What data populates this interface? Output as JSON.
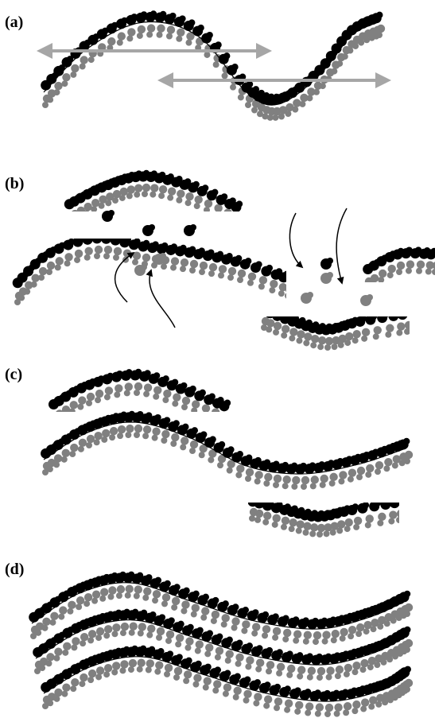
{
  "panels": [
    {
      "id": "a",
      "label": "(a)"
    },
    {
      "id": "b",
      "label": "(b)"
    },
    {
      "id": "c",
      "label": "(c)"
    },
    {
      "id": "d",
      "label": "(d)"
    }
  ],
  "colors": {
    "upper_strand": "#000000",
    "lower_strand": "#808080",
    "shift_arrow": "#a6a6a6",
    "path_arrow": "#000000",
    "background": "#ffffff"
  },
  "icons": {
    "shift_arrow": "double-headed-arrow-icon",
    "path_arrow": "curved-arrow-icon"
  }
}
